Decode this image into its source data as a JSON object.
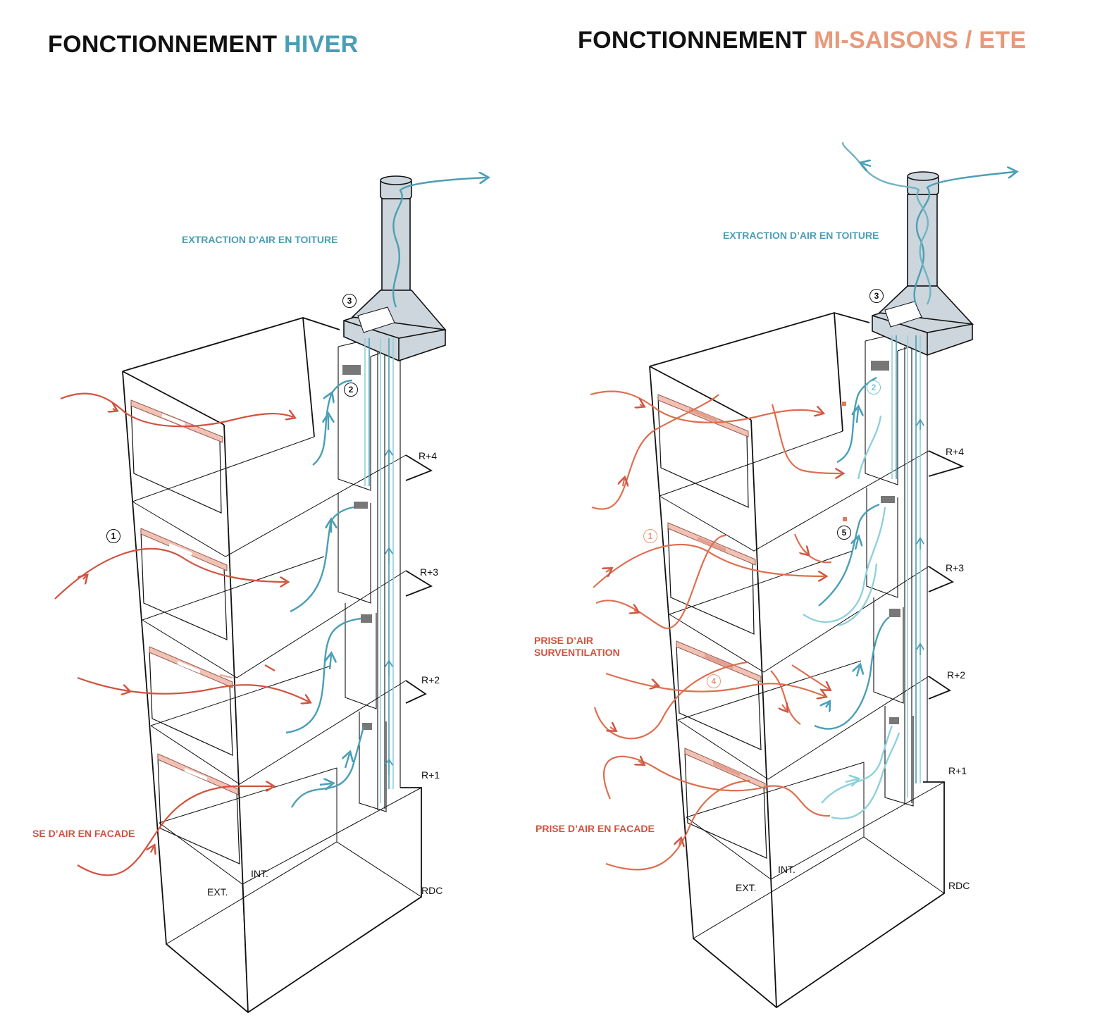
{
  "left": {
    "title_main": "FONCTIONNEMENT",
    "title_accent": "HIVER",
    "label_extraction": "EXTRACTION D’AIR EN TOITURE",
    "label_facade": "SE D’AIR EN FACADE",
    "num_1": "1",
    "num_2": "2",
    "num_3": "3",
    "floor_r4": "R+4",
    "floor_r3": "R+3",
    "floor_r2": "R+2",
    "floor_r1": "R+1",
    "floor_rdc": "RDC",
    "int": "INT.",
    "ext": "EXT."
  },
  "right": {
    "title_main": "FONCTIONNEMENT",
    "title_accent": "MI-SAISONS / ETE",
    "label_extraction": "EXTRACTION D’AIR EN TOITURE",
    "label_surventilation_1": "PRISE D’AIR",
    "label_surventilation_2": "SURVENTILATION",
    "label_facade": "PRISE D’AIR EN FACADE",
    "num_1": "1",
    "num_2": "2",
    "num_3": "3",
    "num_4": "4",
    "num_5": "5",
    "floor_r4": "R+4",
    "floor_r3": "R+3",
    "floor_r2": "R+2",
    "floor_r1": "R+1",
    "floor_rdc": "RDC",
    "int": "INT.",
    "ext": "EXT."
  },
  "colors": {
    "blue_accent": "#4a9fb5",
    "orange_accent": "#e8997a",
    "airflow_red": "#d0533f",
    "airflow_blue": "#4a9fb5",
    "airflow_light_blue": "#8fd0dc",
    "chimney_fill": "#cdd6dd"
  }
}
